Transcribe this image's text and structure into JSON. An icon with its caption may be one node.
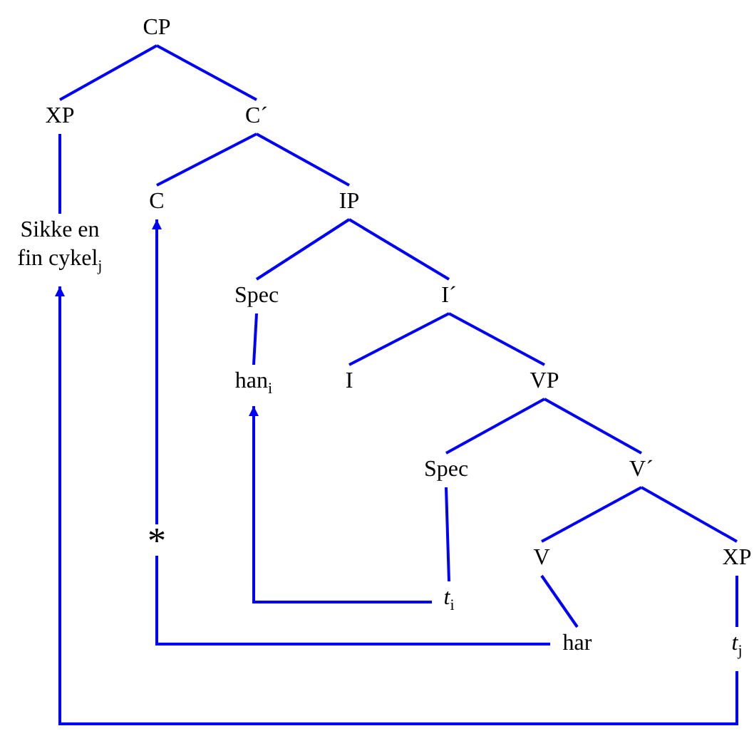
{
  "diagram": {
    "nodes": [
      {
        "text": [
          "CP"
        ]
      },
      {
        "text": [
          "XP"
        ]
      },
      {
        "text": [
          "C´"
        ]
      },
      {
        "text": [
          "Sikke en fin cykel$_{j}$"
        ]
      },
      {
        "text": [
          "C"
        ]
      },
      {
        "text": [
          "IP"
        ]
      },
      {
        "text": [
          "Spec"
        ]
      },
      {
        "text": [
          "I´"
        ]
      },
      {
        "text": [
          "han$_{i}$"
        ]
      },
      {
        "text": [
          "I"
        ]
      },
      {
        "text": [
          "VP"
        ]
      },
      {
        "text": [
          "Spec"
        ]
      },
      {
        "text": [
          "V´"
        ]
      },
      {
        "text": [
          "*t*$_{i}$"
        ]
      },
      {
        "text": [
          "V"
        ]
      },
      {
        "text": [
          "XP"
        ]
      },
      {
        "text": [
          "har"
        ]
      },
      {
        "text": [
          "*t*$_{j}$"
        ]
      }
    ],
    "edges": [
      {
        "from": 0,
        "to": 1,
        "arrow": "none"
      },
      {
        "from": 0,
        "to": 2,
        "arrow": "none"
      },
      {
        "from": 1,
        "to": 3,
        "arrow": "none"
      },
      {
        "from": 2,
        "to": 4,
        "arrow": "none"
      },
      {
        "from": 2,
        "to": 5,
        "arrow": "none"
      },
      {
        "from": 5,
        "to": 6,
        "arrow": "none"
      },
      {
        "from": 5,
        "to": 7,
        "arrow": "none"
      },
      {
        "from": 6,
        "to": 8,
        "arrow": "none"
      },
      {
        "from": 7,
        "to": 9,
        "arrow": "none"
      },
      {
        "from": 7,
        "to": 10,
        "arrow": "none"
      },
      {
        "from": 10,
        "to": 11,
        "arrow": "none"
      },
      {
        "from": 10,
        "to": 12,
        "arrow": "none"
      },
      {
        "from": 11,
        "to": 13,
        "arrow": "none"
      },
      {
        "from": 12,
        "to": 14,
        "arrow": "none"
      },
      {
        "from": 12,
        "to": 15,
        "arrow": "none"
      },
      {
        "from": 14,
        "to": 16,
        "arrow": "none"
      },
      {
        "from": 15,
        "to": 17,
        "arrow": "none"
      },
      {
        "from": 13,
        "to": 8,
        "arrow": "to"
      },
      {
        "from": 16,
        "to": 4,
        "label": "*",
        "arrow": "to"
      },
      {
        "from": 17,
        "to": 3,
        "arrow": "to"
      }
    ]
  }
}
